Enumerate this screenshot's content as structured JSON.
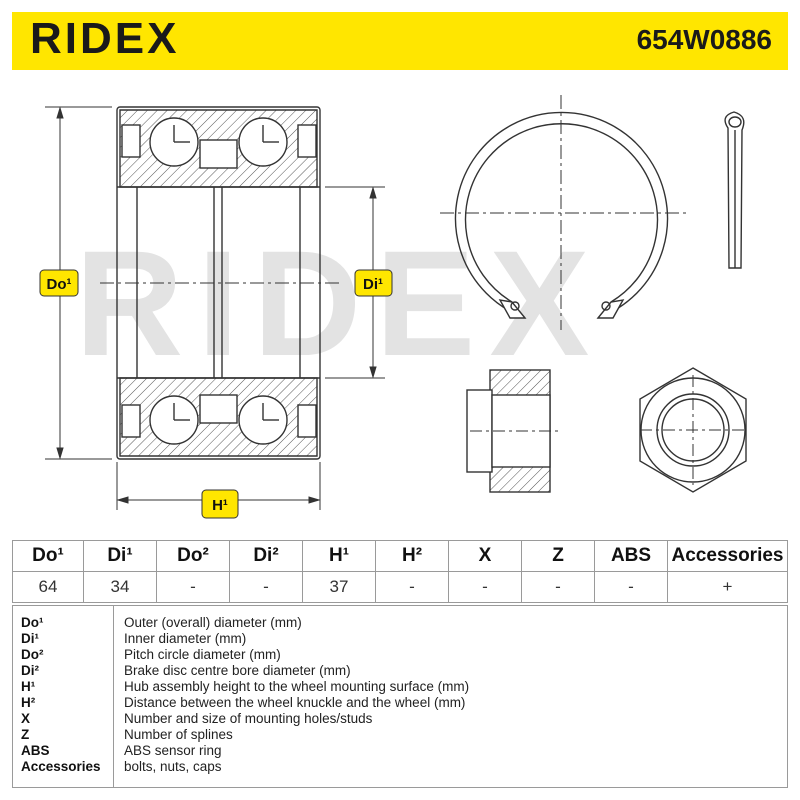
{
  "header": {
    "brand": "RIDEX",
    "part_number": "654W0886",
    "accent": "#ffe600"
  },
  "watermark": "RIDEX",
  "dimension_labels": {
    "outer": "Do¹",
    "inner": "Di¹",
    "height": "H¹"
  },
  "table": {
    "headers": [
      "Do¹",
      "Di¹",
      "Do²",
      "Di²",
      "H¹",
      "H²",
      "X",
      "Z",
      "ABS",
      "Accessories"
    ],
    "values": [
      "64",
      "34",
      "-",
      "-",
      "37",
      "-",
      "-",
      "-",
      "-",
      "+"
    ]
  },
  "legend": [
    {
      "key": "Do¹",
      "desc": "Outer (overall) diameter (mm)"
    },
    {
      "key": "Di¹",
      "desc": "Inner diameter (mm)"
    },
    {
      "key": "Do²",
      "desc": "Pitch circle diameter (mm)"
    },
    {
      "key": "Di²",
      "desc": "Brake disc centre bore diameter (mm)"
    },
    {
      "key": "H¹",
      "desc": "Hub assembly height to the wheel mounting surface (mm)"
    },
    {
      "key": "H²",
      "desc": "Distance between the wheel knuckle and the wheel (mm)"
    },
    {
      "key": "X",
      "desc": "Number and size of mounting holes/studs"
    },
    {
      "key": "Z",
      "desc": "Number of splines"
    },
    {
      "key": "ABS",
      "desc": "ABS sensor ring"
    },
    {
      "key": "Accessories",
      "desc": "bolts, nuts, caps"
    }
  ]
}
